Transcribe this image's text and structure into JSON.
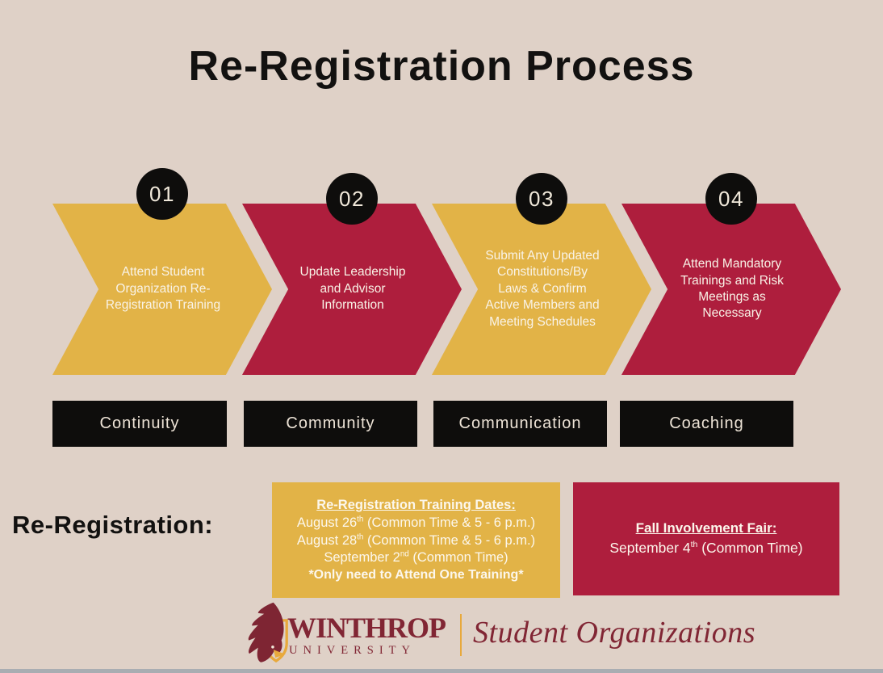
{
  "title": "Re-Registration Process",
  "steps": [
    {
      "number": "01",
      "description": "Attend Student Organization Re-Registration Training",
      "category": "Continuity",
      "color": "gold"
    },
    {
      "number": "02",
      "description": "Update Leadership and Advisor Information",
      "category": "Community",
      "color": "crimson"
    },
    {
      "number": "03",
      "description": "Submit Any Updated Constitutions/By Laws & Confirm Active Members and Meeting Schedules",
      "category": "Communication",
      "color": "gold"
    },
    {
      "number": "04",
      "description": "Attend Mandatory Trainings and Risk Meetings as Necessary",
      "category": "Coaching",
      "color": "crimson"
    }
  ],
  "reregistration": {
    "heading": "Re-Registration:",
    "training_box": {
      "title": "Re-Registration Training Dates:",
      "dates": [
        {
          "pre": "August 26",
          "sup": "th",
          "post": " (Common Time & 5 - 6 p.m.)"
        },
        {
          "pre": "August 28",
          "sup": "th",
          "post": " (Common Time & 5 - 6 p.m.)"
        },
        {
          "pre": "September 2",
          "sup": "nd",
          "post": " (Common Time)"
        }
      ],
      "note": "*Only need to Attend One Training*"
    },
    "fair_box": {
      "title": "Fall Involvement Fair:",
      "date": {
        "pre": "September 4",
        "sup": "th",
        "post": " (Common Time)"
      }
    }
  },
  "footer": {
    "university": "WINTHROP",
    "university_sub": "UNIVERSITY",
    "department": "Student Organizations",
    "eagle_icon": "winthrop-eagle-icon"
  },
  "colors": {
    "background": "#DFD1C7",
    "gold": "#E2B347",
    "crimson": "#AE1E3D",
    "black": "#0E0D0C",
    "cream": "#F0E8DA",
    "maroon": "#812634",
    "logo_gold": "#E8A93C",
    "footer_strip": "#A9ADB2"
  }
}
